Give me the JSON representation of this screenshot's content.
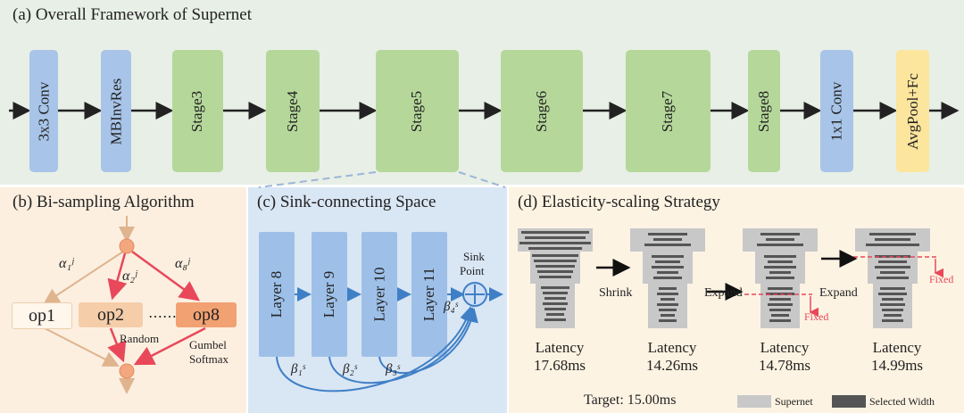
{
  "panel_a": {
    "title": "(a) Overall Framework of Supernet",
    "blocks": [
      "3x3 Conv",
      "MBInvRes",
      "Stage3",
      "Stage4",
      "Stage5",
      "Stage6",
      "Stage7",
      "Stage8",
      "1x1 Conv",
      "AvgPool+Fc"
    ],
    "colors": {
      "blue": "#a8c4e8",
      "green": "#b5d89a",
      "yellow": "#fce59c",
      "bg": "#e8efe6"
    }
  },
  "panel_b": {
    "title": "(b) Bi-sampling Algorithm",
    "ops": [
      "op1",
      "op2",
      "op8"
    ],
    "dots": "⋯⋯",
    "alpha1": "α₁ʲ",
    "alpha2": "α₂ʲ",
    "alpha8": "α₈ʲ",
    "random": "Random",
    "gumbel1": "Gumbel",
    "gumbel2": "Softmax",
    "bg": "#fcefe0"
  },
  "panel_c": {
    "title": "(c) Sink-connecting Space",
    "layers": [
      "Layer 8",
      "Layer 9",
      "Layer 10",
      "Layer 11"
    ],
    "sink1": "Sink",
    "sink2": "Point",
    "beta1": "β₁ˢ",
    "beta2": "β₂ˢ",
    "beta3": "β₃ˢ",
    "beta4": "β₄ˢ",
    "bg": "#d9e6f4"
  },
  "panel_d": {
    "title": "(d) Elasticity-scaling Strategy",
    "shrink": "Shrink",
    "expand1": "Expand",
    "expand2": "Expand",
    "fixed1": "Fixed",
    "fixed2": "Fixed",
    "latency_label": "Latency",
    "latencies": [
      "17.68ms",
      "14.26ms",
      "14.78ms",
      "14.99ms"
    ],
    "target": "Target: 15.00ms",
    "legend_supernet": "Supernet",
    "legend_selected": "Selected Width",
    "bg": "#fdf3e3"
  }
}
